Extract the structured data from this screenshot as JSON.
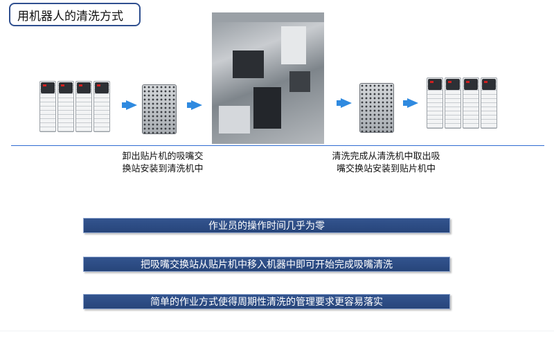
{
  "title": "用机器人的清洗方式",
  "captions": {
    "left": [
      "卸出贴片机的吸嘴交",
      "换站安装到清洗机中"
    ],
    "right": [
      "清洗完成从清洗机中取出吸",
      "嘴交换站安装到贴片机中"
    ]
  },
  "bars": [
    "作业员的操作时间几乎为零",
    "把吸嘴交换站从贴片机中移入机器中即可开始完成吸嘴清洗",
    "简单的作业方式使得周期性清洗的管理要求更容易落实"
  ],
  "colors": {
    "accent_line": "#2e6bd1",
    "arrow": "#2f8ae0",
    "bar": "#2b4b82",
    "title_border": "#2f4f8f"
  }
}
